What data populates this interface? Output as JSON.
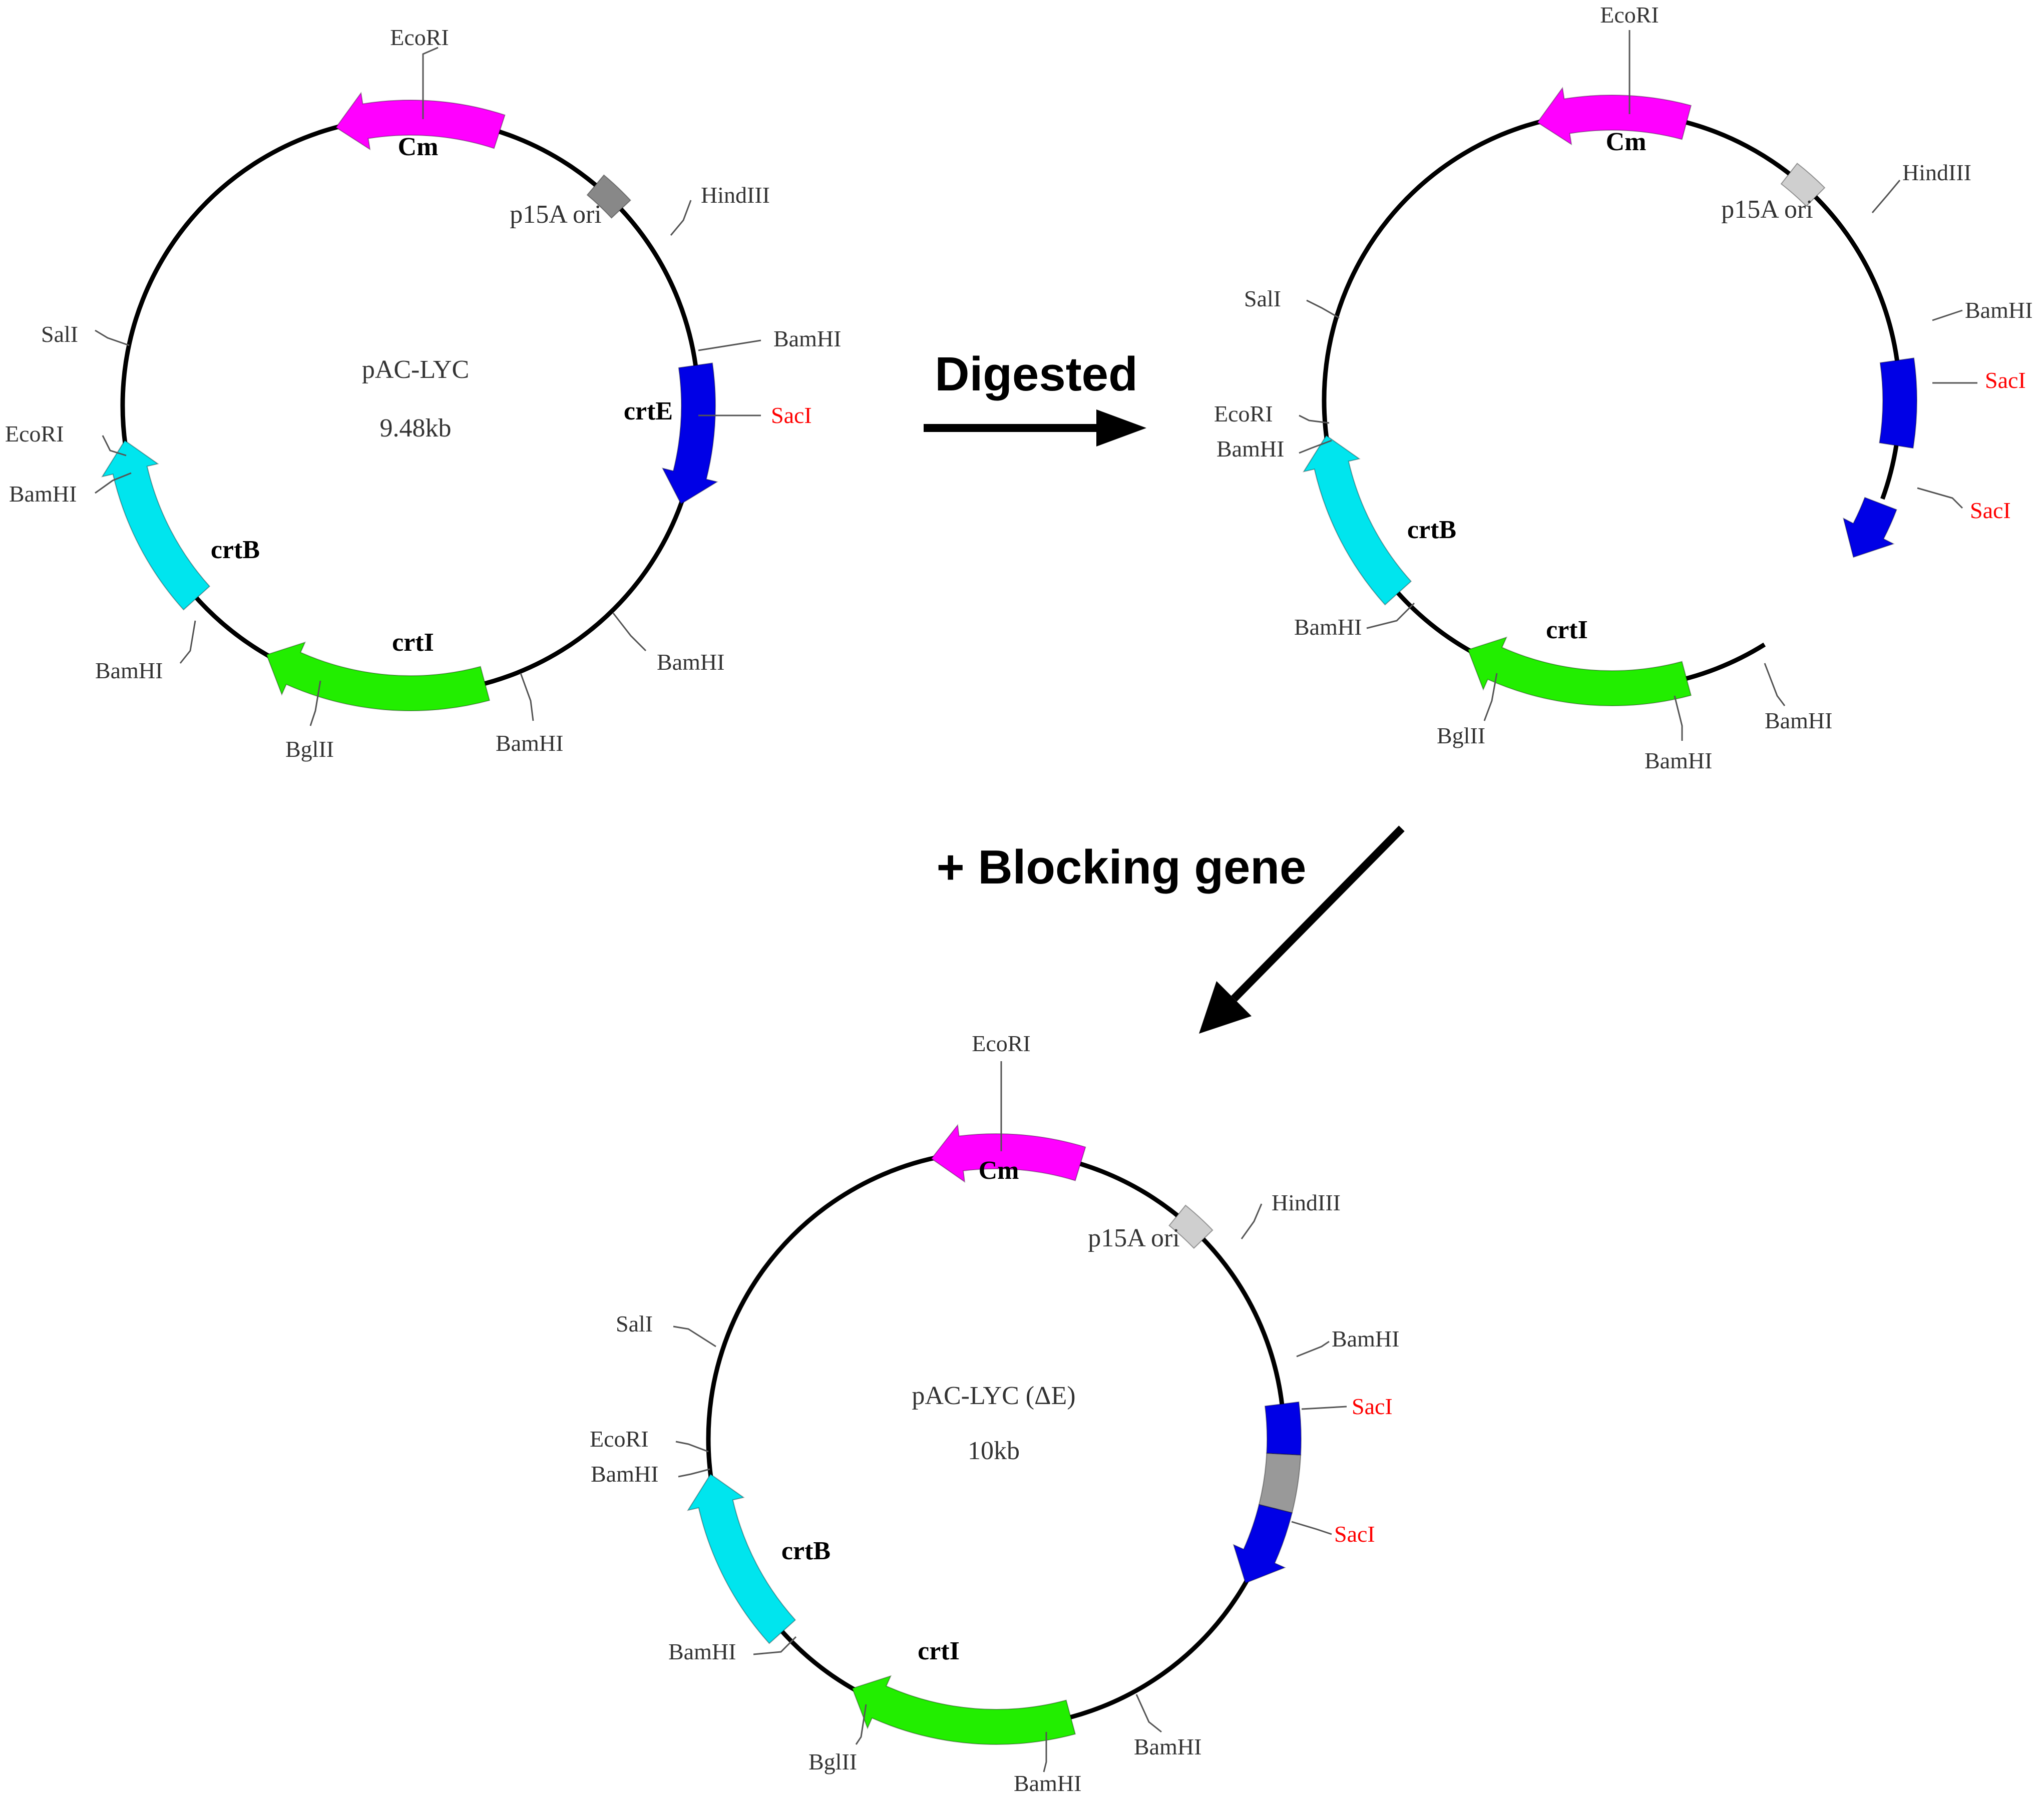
{
  "steps": {
    "digest": "Digested",
    "block": "+ Blocking gene"
  },
  "colors": {
    "cm": "#ff00ff",
    "crtE": "#0000e6",
    "crtB": "#00e5ee",
    "crtI": "#22ee00",
    "ori_top_left": "#888888",
    "ori_light": "#cfcfcf",
    "blocking": "#999999",
    "saci_label": "#ff0000"
  },
  "plasmid_1": {
    "name": "pAC-LYC",
    "size": "9.48kb",
    "genes": {
      "cm": "Cm",
      "ori": "p15A ori",
      "crtE": "crtE",
      "crtB": "crtB",
      "crtI": "crtI"
    },
    "sites": {
      "ecori_top": "EcoRI",
      "hindiii": "HindIII",
      "bamhi_e": "BamHI",
      "saci": "SacI",
      "bamhi_r": "BamHI",
      "bamhi_b": "BamHI",
      "bglii": "BglII",
      "bamhi_l": "BamHI",
      "sali": "SalI",
      "ecori_l": "EcoRI",
      "bamhi_l2": "BamHI"
    }
  },
  "plasmid_2": {
    "genes": {
      "cm": "Cm",
      "ori": "p15A ori",
      "crtB": "crtB",
      "crtI": "crtI"
    },
    "sites": {
      "ecori_top": "EcoRI",
      "hindiii": "HindIII",
      "bamhi_e": "BamHI",
      "saci_1": "SacI",
      "saci_2": "SacI",
      "bamhi_r": "BamHI",
      "bamhi_b": "BamHI",
      "bglii": "BglII",
      "bamhi_l": "BamHI",
      "sali": "SalI",
      "ecori_l": "EcoRI",
      "bamhi_l2": "BamHI"
    }
  },
  "plasmid_3": {
    "name": "pAC-LYC (ΔE)",
    "size": "10kb",
    "genes": {
      "cm": "Cm",
      "ori": "p15A ori",
      "crtB": "crtB",
      "crtI": "crtI"
    },
    "sites": {
      "ecori_top": "EcoRI",
      "hindiii": "HindIII",
      "bamhi_e": "BamHI",
      "saci_1": "SacI",
      "saci_2": "SacI",
      "bamhi_r": "BamHI",
      "bamhi_b": "BamHI",
      "bglii": "BglII",
      "bamhi_l": "BamHI",
      "sali": "SalI",
      "ecori_l": "EcoRI",
      "bamhi_l2": "BamHI"
    }
  }
}
